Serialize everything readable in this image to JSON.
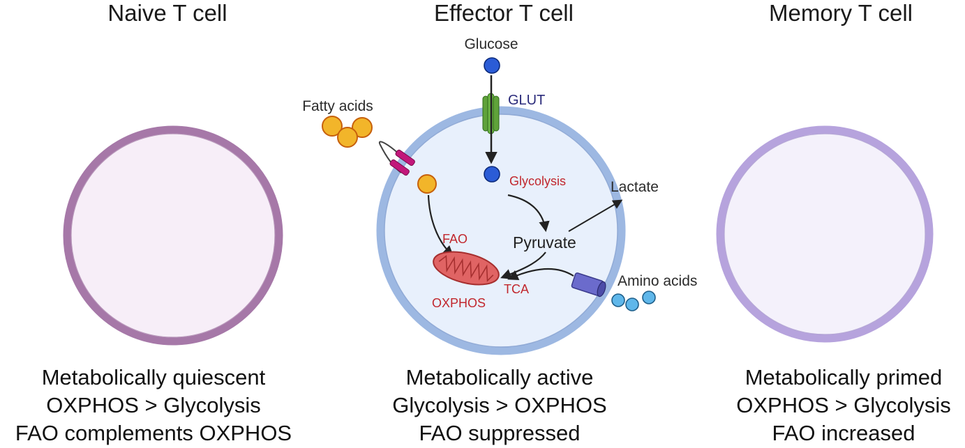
{
  "titles": {
    "naive": "Naive T cell",
    "effector": "Effector T cell",
    "memory": "Memory T cell"
  },
  "descriptions": {
    "naive": [
      "Metabolically quiescent",
      "OXPHOS > Glycolysis",
      "FAO complements OXPHOS"
    ],
    "effector": [
      "Metabolically active",
      "Glycolysis > OXPHOS",
      "FAO suppressed"
    ],
    "memory": [
      "Metabolically primed",
      "OXPHOS > Glycolysis",
      "FAO increased"
    ]
  },
  "labels": {
    "glucose": "Glucose",
    "glut": "GLUT",
    "fatty_acids": "Fatty acids",
    "glycolysis": "Glycolysis",
    "lactate": "Lactate",
    "pyruvate": "Pyruvate",
    "fao": "FAO",
    "tca": "TCA",
    "oxphos": "OXPHOS",
    "amino_acids": "Amino acids"
  },
  "colors": {
    "naive_membrane": "#a678a8",
    "naive_fill": "#f7eef8",
    "memory_membrane": "#b6a3dd",
    "memory_fill": "#f4f1fb",
    "effector_membrane": "#9db8e2",
    "effector_fill": "#e8f0fc",
    "glucose": "#2b5cd6",
    "fatty_acid": "#f2b52a",
    "amino_acid": "#5fb7ea",
    "mitochondrion": "#e06464",
    "red_text": "#c1272d",
    "navy_text": "#2a2a7a"
  }
}
